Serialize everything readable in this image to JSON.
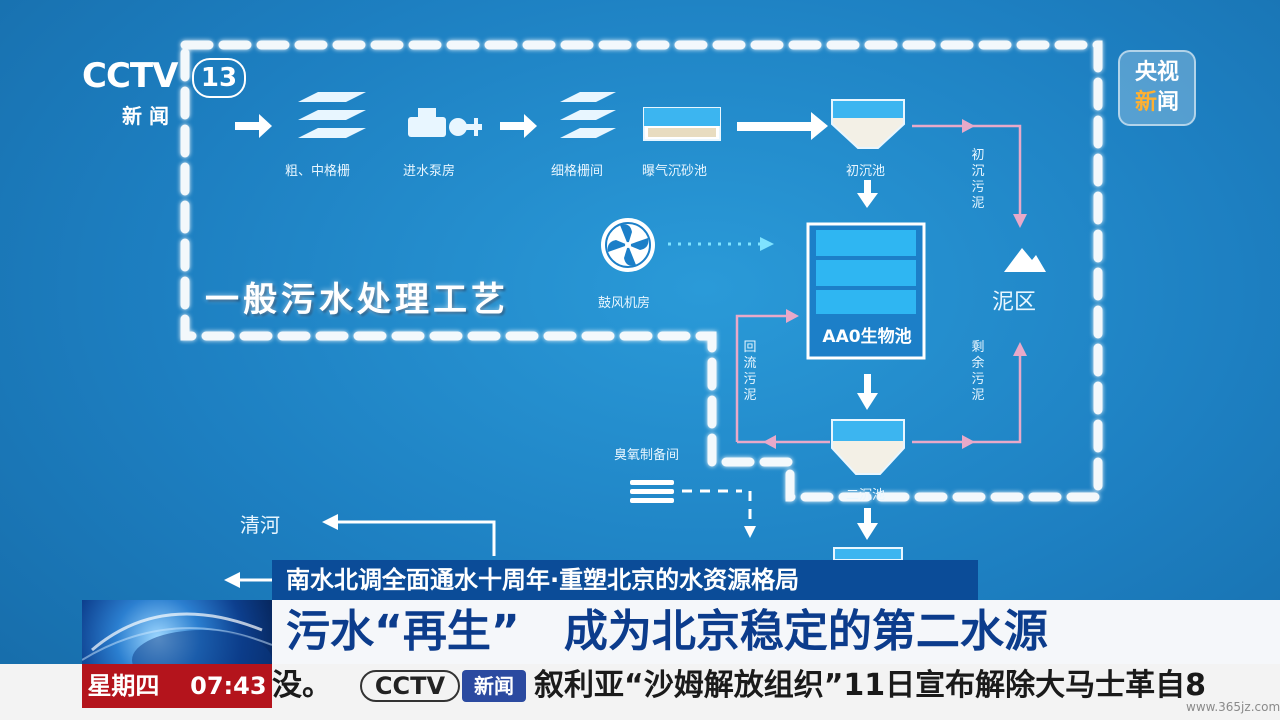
{
  "channel": {
    "cctv": "CCTV",
    "number": "13",
    "sub": "新 闻"
  },
  "badge": {
    "line1": "央视",
    "line2a": "新",
    "line2b": "闻"
  },
  "process": {
    "title": "一般污水处理工艺",
    "stages": {
      "coarse_screen": "粗、中格栅",
      "pump_room": "进水泵房",
      "fine_screen": "细格栅间",
      "grit_chamber": "曝气沉砂池",
      "primary_clarifier": "初沉池",
      "blower_room": "鼓风机房",
      "bio_tank": "AA0生物池",
      "secondary_clarifier": "二沉池",
      "ozone_room": "臭氧制备间",
      "sludge_zone": "泥区",
      "river": "清河"
    },
    "flows": {
      "primary_sludge": "初沉污泥",
      "return_sludge": "回流污泥",
      "excess_sludge": "剩余污泥"
    }
  },
  "banner": {
    "topic": "南水北调全面通水十周年·重塑北京的水资源格局",
    "headline": "污水“再生”　成为北京稳定的第二水源"
  },
  "ticker": {
    "day": "星期四",
    "time": "07:43",
    "lead": "没。",
    "logo_cctv": "CCTV",
    "logo_news": "新闻",
    "text": "叙利亚“沙姆解放组织”11日宣布解除大马士革自8"
  },
  "watermark": "www.365jz.com",
  "colors": {
    "background": "#1f86c9",
    "banner_dark": "#0b4c98",
    "banner_light": "#f5f7fa",
    "day_red": "#b4141c",
    "sludge_line": "#e8a9c9"
  }
}
